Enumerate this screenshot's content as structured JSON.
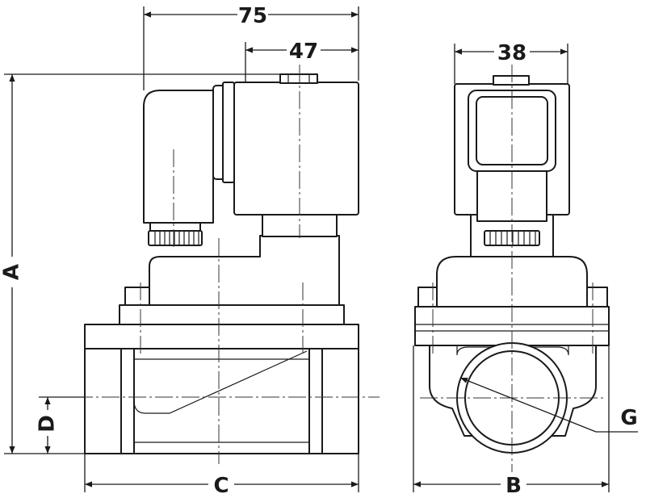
{
  "dimensions": {
    "width_top": "75",
    "width_coil": "47",
    "width_side": "38",
    "height": "A",
    "side_width": "B",
    "body_length": "C",
    "port_height": "D",
    "thread": "G"
  }
}
